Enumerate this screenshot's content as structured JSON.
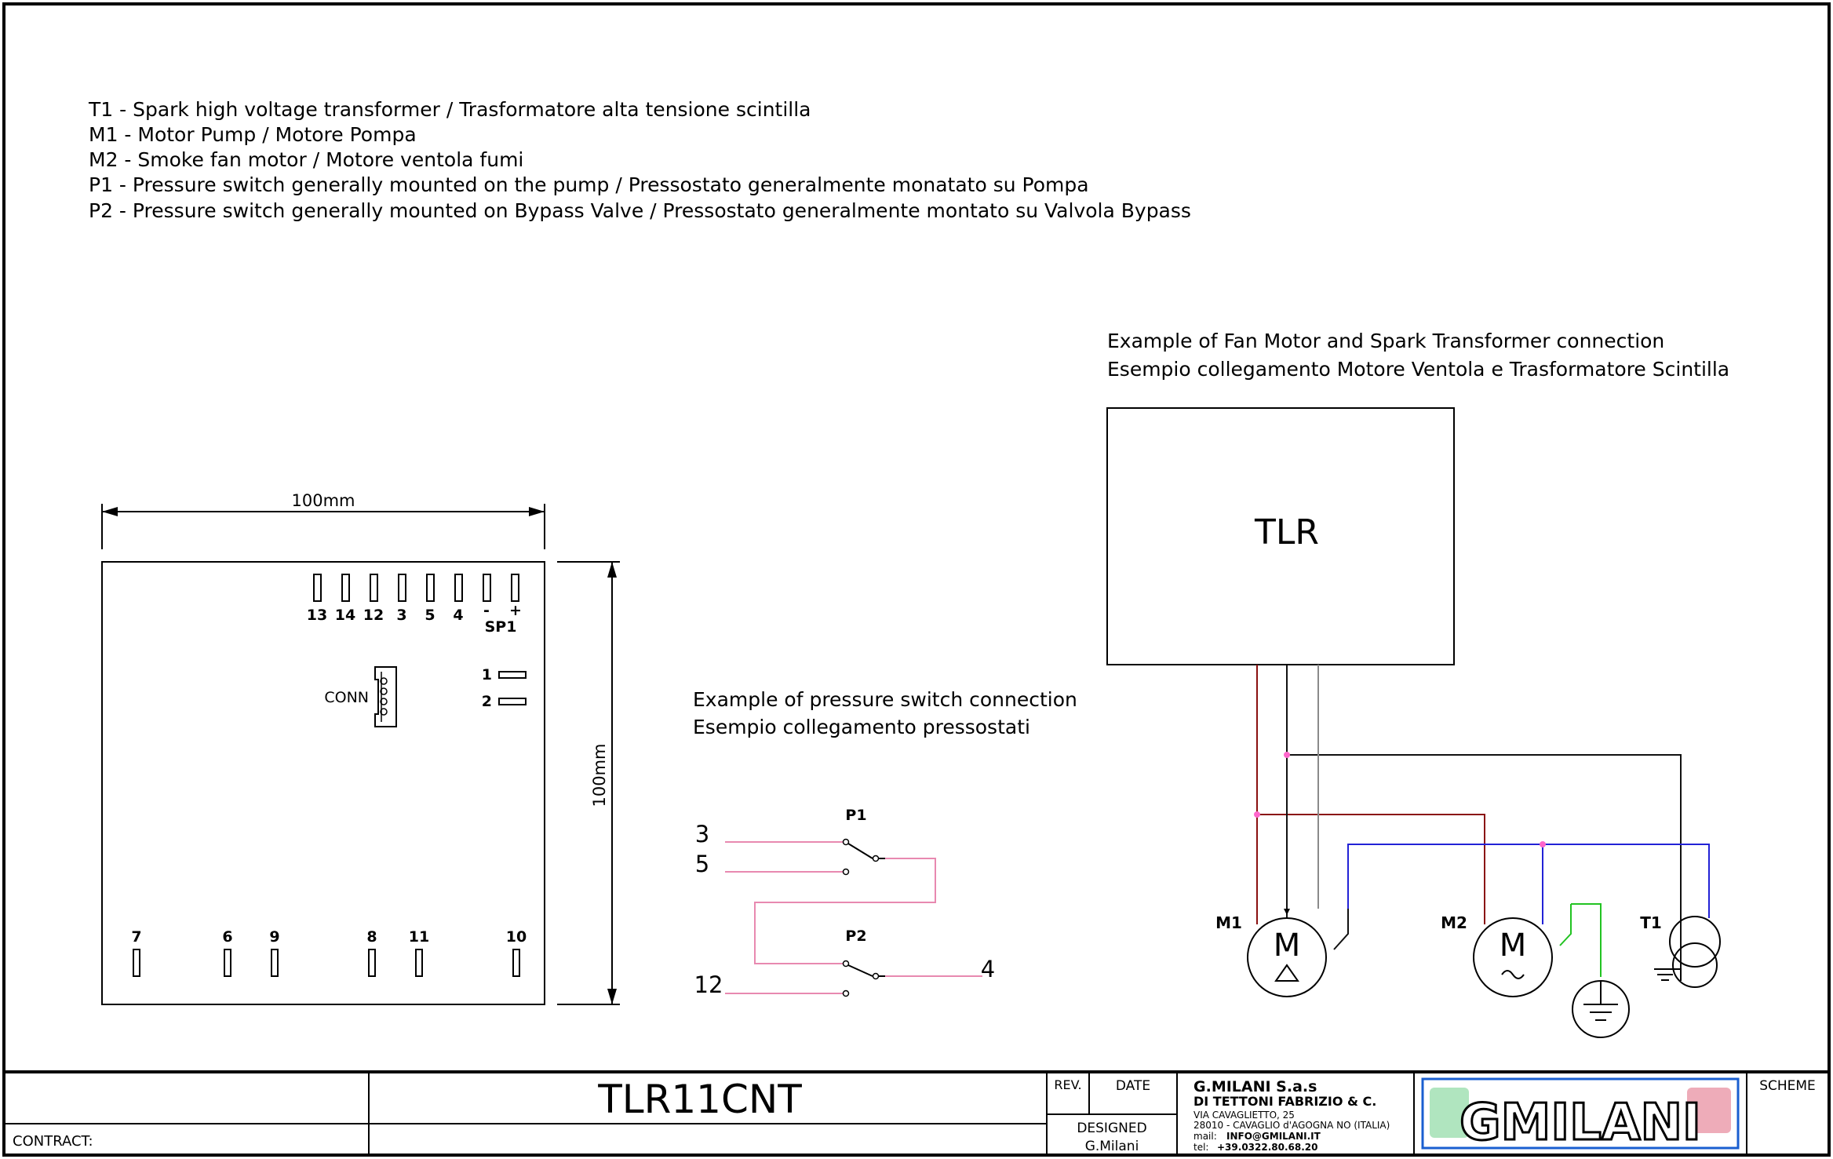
{
  "legend": [
    "T1 - Spark high voltage transformer / Trasformatore alta tensione scintilla",
    "M1 - Motor Pump / Motore Pompa",
    "M2 - Smoke fan motor / Motore ventola fumi",
    "P1 - Pressure switch generally mounted on the pump /  Pressostato generalmente monatato su Pompa",
    "P2 - Pressure switch generally mounted on Bypass Valve / Pressostato generalmente montato su Valvola Bypass"
  ],
  "board": {
    "dim_width": "100mm",
    "dim_height": "100mm",
    "top_terminals": [
      "13",
      "14",
      "12",
      "3",
      "5",
      "4",
      "-",
      "+"
    ],
    "sp1_label": "SP1",
    "conn_label": "CONN",
    "side_terminals": [
      "1",
      "2"
    ],
    "bottom_terminals": [
      "7",
      "6",
      "9",
      "8",
      "11",
      "10"
    ]
  },
  "pressure": {
    "title_en": "Example of pressure switch connection",
    "title_it": "Esempio collegamento pressostati",
    "p1_label": "P1",
    "p2_label": "P2",
    "term_3": "3",
    "term_5": "5",
    "term_12": "12",
    "term_4": "4"
  },
  "fan": {
    "title_en": "Example of Fan Motor and Spark Transformer connection",
    "title_it": "Esempio collegamento Motore Ventola e Trasformatore Scintilla",
    "box_label": "TLR",
    "m1_label": "M1",
    "m2_label": "M2",
    "t1_label": "T1",
    "motor_letter": "M"
  },
  "title_block": {
    "contract_label": "CONTRACT:",
    "drawing_title": "TLR11CNT",
    "rev_label": "REV.",
    "date_label": "DATE",
    "designed_label": "DESIGNED",
    "designer": "G.Milani",
    "company_name": "G.MILANI S.a.s",
    "company_sub": "DI TETTONI FABRIZIO & C.",
    "address_1": "VIA CAVAGLIETTO, 25",
    "address_2": "28010 - CAVAGLIO d'AGOGNA NO (ITALIA)",
    "mail_label": "mail:",
    "mail": "INFO@GMILANI.IT",
    "tel_label": "tel:",
    "tel": "+39.0322.80.68.20",
    "logo_text": "GMILANI",
    "scheme_label": "SCHEME"
  },
  "colors": {
    "pink_wire": "#e889b0",
    "red_wire": "#8a1010",
    "blue_wire": "#2222d6",
    "green_wire": "#22c322",
    "gray_wire": "#8a8a8a",
    "logo_blue": "#1a5fd0"
  }
}
